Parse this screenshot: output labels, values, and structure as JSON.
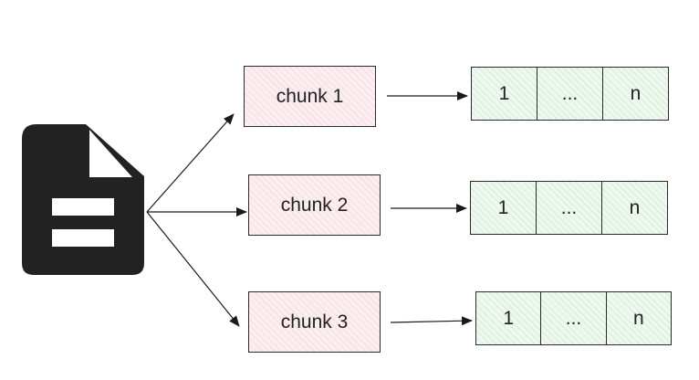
{
  "document_icon": "document-icon",
  "chunks": [
    {
      "label": "chunk 1",
      "slots": [
        "1",
        "...",
        "n"
      ]
    },
    {
      "label": "chunk 2",
      "slots": [
        "1",
        "...",
        "n"
      ]
    },
    {
      "label": "chunk 3",
      "slots": [
        "1",
        "...",
        "n"
      ]
    }
  ],
  "colors": {
    "chunk_fill": "#fbeef1",
    "slot_fill": "#eef8ef",
    "icon": "#222222",
    "stroke": "#2b2b2b"
  }
}
